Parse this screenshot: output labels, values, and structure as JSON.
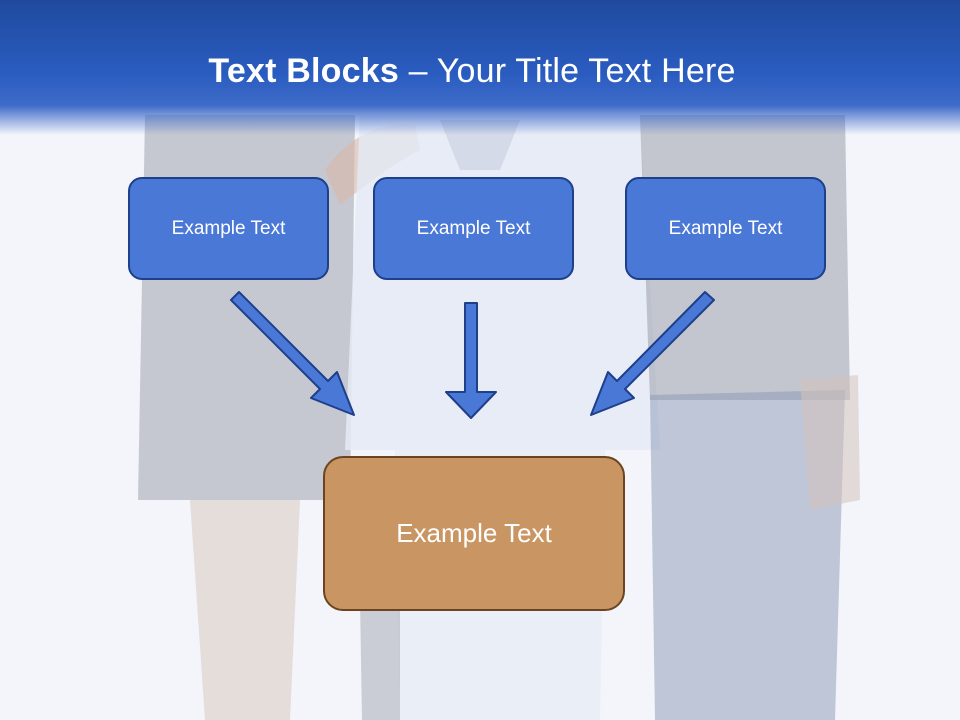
{
  "title": {
    "bold": "Text Blocks",
    "separator": " – ",
    "rest": "Your Title Text Here"
  },
  "blocks": [
    {
      "label": "Example Text"
    },
    {
      "label": "Example Text"
    },
    {
      "label": "Example Text"
    }
  ],
  "target": {
    "label": "Example Text"
  },
  "colors": {
    "header": "#2a5cc0",
    "block_fill": "#4a78d6",
    "block_border": "#1e3f8a",
    "target_fill": "#c99562",
    "target_border": "#6b4522",
    "arrow_fill": "#4a78d6"
  }
}
